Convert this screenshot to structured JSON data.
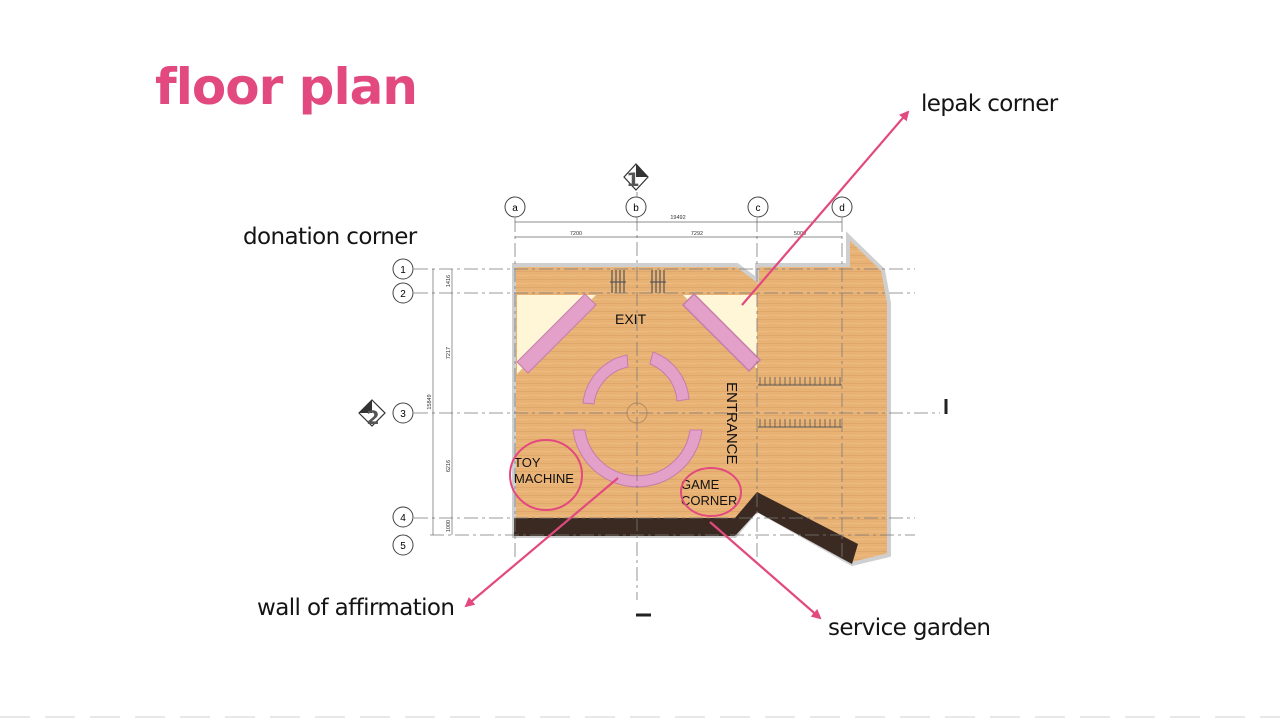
{
  "title": "floor plan",
  "callouts": {
    "donation_corner": "donation corner",
    "lepak_corner": "lepak corner",
    "wall_of_affirmation": "wall of affirmation",
    "service_garden": "service garden"
  },
  "plan_labels": {
    "exit": "EXIT",
    "entrance": "ENTRANCE",
    "toy_machine_1": "TOY",
    "toy_machine_2": "MACHINE",
    "game_corner_1": "GAME",
    "game_corner_2": "CORNER"
  },
  "grid": {
    "columns": [
      "a",
      "b",
      "c",
      "d"
    ],
    "rows": [
      "1",
      "2",
      "3",
      "4",
      "5"
    ],
    "section_markers": [
      "1",
      "2"
    ],
    "top_total": "19492",
    "top_dims": [
      "7200",
      "7292",
      "5000"
    ],
    "left_total": "15849",
    "left_dims": [
      "1416",
      "7217",
      "6216",
      "1000"
    ]
  },
  "colors": {
    "accent": "#e2497f",
    "floor": "#e9b275",
    "wall": "#3a2a22",
    "furniture": "#e3a1c9",
    "corner_zone": "#fff6d8"
  }
}
